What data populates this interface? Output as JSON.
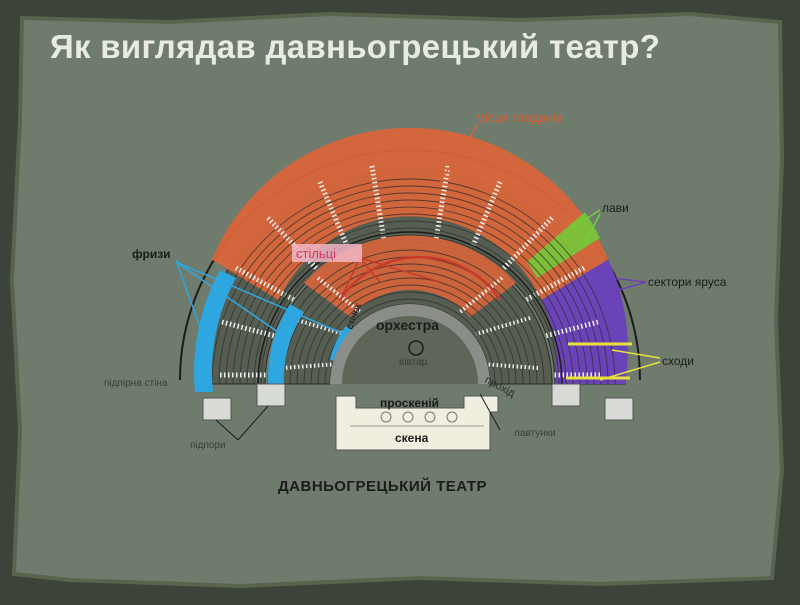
{
  "slide": {
    "title": "Як виглядав давньогрецький театр?"
  },
  "diagram": {
    "caption": "ДАВНЬОГРЕЦЬКИЙ ТЕАТР",
    "labels": {
      "seats": "місця глядачів",
      "benches": "лави",
      "sectors": "сектори яруса",
      "stairs": "сходи",
      "friezes": "фризи",
      "chairs": "стільці",
      "orchestra": "орхестра",
      "altar": "вівтар",
      "drain": "стічок",
      "passage": "прохід",
      "proscenium": "проскеній",
      "skene": "скена",
      "retaining_wall": "підпірна стіна",
      "supports": "підпори",
      "arches": "лавтунки"
    },
    "colors": {
      "paper": "#6f7b6d",
      "seats": "#d8653a",
      "friezes": "#2ea7e0",
      "sectors": "#6b43b8",
      "benches": "#6fcf3a",
      "stairs": "#e8e23a",
      "chairs": "#e96a8c",
      "stage": "#efeedf"
    }
  }
}
